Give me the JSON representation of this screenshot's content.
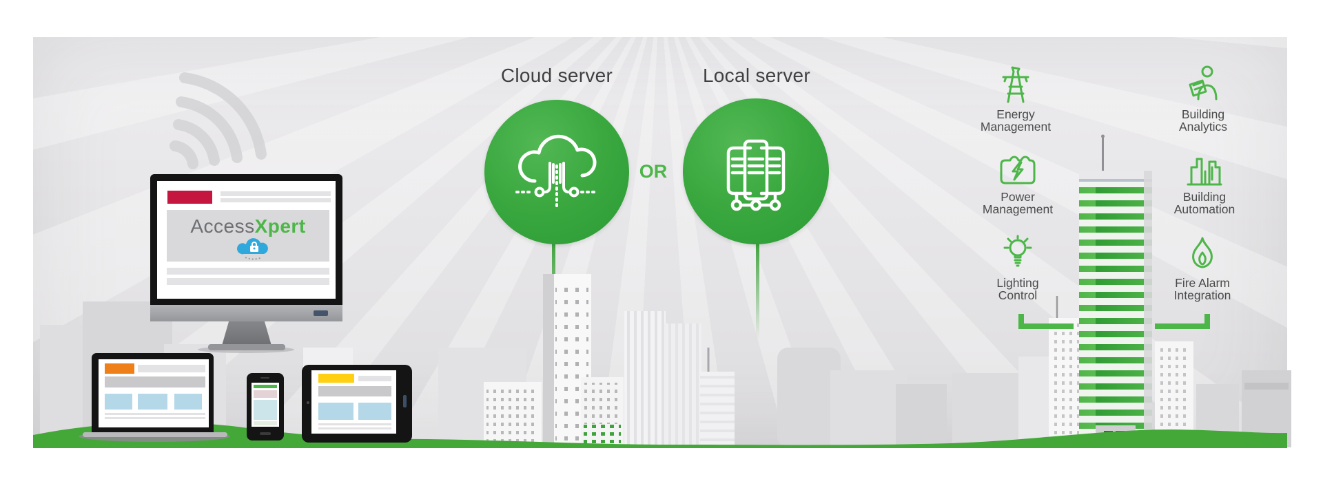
{
  "servers": {
    "cloud": {
      "label": "Cloud server",
      "icon": "cloud-circuit-icon"
    },
    "or_label": "OR",
    "local": {
      "label": "Local server",
      "icon": "server-network-icon"
    }
  },
  "brand": {
    "part1": "Access",
    "part2": "Xpert"
  },
  "features": {
    "items": [
      {
        "line1": "Energy",
        "line2": "Management",
        "icon": "transmission-tower-icon"
      },
      {
        "line1": "Building",
        "line2": "Analytics",
        "icon": "analyst-person-icon"
      },
      {
        "line1": "Power",
        "line2": "Management",
        "icon": "power-meter-icon"
      },
      {
        "line1": "Building",
        "line2": "Automation",
        "icon": "buildings-outline-icon"
      },
      {
        "line1": "Lighting",
        "line2": "Control",
        "icon": "lightbulb-icon"
      },
      {
        "line1": "Fire Alarm",
        "line2": "Integration",
        "icon": "flame-icon"
      }
    ]
  },
  "colors": {
    "brand_green": "#4CB648",
    "circle_green": "#3AA83F",
    "grass_green": "#43A838",
    "crimson_block": "#C51640",
    "orange_block": "#EF8019",
    "yellow_block": "#FFD012",
    "cloud_blue": "#2FA8DC",
    "heading_text": "#3F3F41",
    "label_text": "#4A4A4B",
    "background_gray": "#E5E4E6"
  }
}
